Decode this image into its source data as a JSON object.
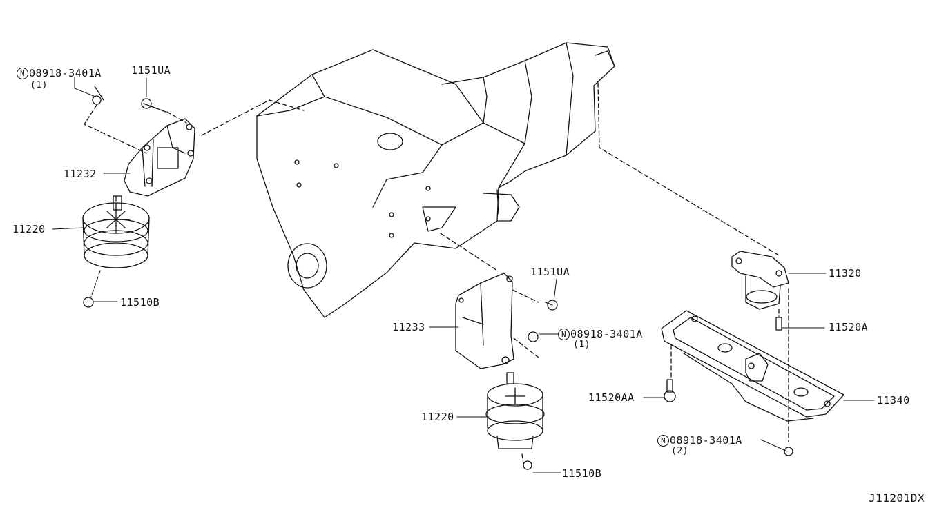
{
  "diagram_code": "J11201DX",
  "nut_prefix": "N",
  "labels": {
    "nut_left_part": "08918-3401A",
    "nut_left_qty": "(1)",
    "bolt_left": "1151UA",
    "bracket_left": "11232",
    "insulator_left": "11220",
    "nut_left_bottom": "11510B",
    "bolt_mid": "1151UA",
    "bracket_right": "11233",
    "nut_mid_part": "08918-3401A",
    "nut_mid_qty": "(1)",
    "insulator_mid": "11220",
    "nut_mid_bottom": "11510B",
    "rear_insulator": "11320",
    "bolt_rear": "11520A",
    "bolt_member": "11520AA",
    "member": "11340",
    "nut_rear_part": "08918-3401A",
    "nut_rear_qty": "(2)"
  }
}
